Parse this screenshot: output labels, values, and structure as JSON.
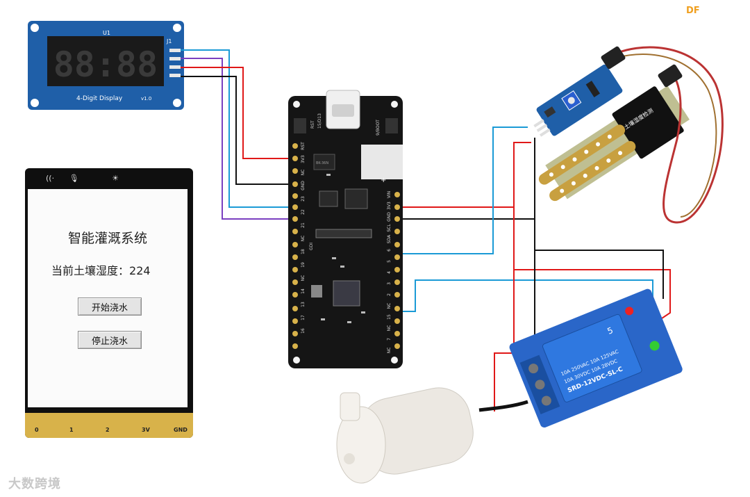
{
  "brand_mark": "DF",
  "watermark": "大数跨境",
  "display_module": {
    "ref_u1": "U1",
    "ref_j1": "J1",
    "digits": "88:88",
    "label": "4-Digit Display",
    "version": "v1.0"
  },
  "screen": {
    "title": "智能灌溉系统",
    "humidity_label": "当前土壤湿度：",
    "humidity_value": "224",
    "start_button": "开始浇水",
    "stop_button": "停止浇水",
    "edge_labels": [
      "0",
      "1",
      "2",
      "3V",
      "GND"
    ]
  },
  "board": {
    "usb_label": "15/D13",
    "rst_label": "RST",
    "boot_label": "9/BOOT",
    "chip_label": "BK-36N",
    "left_pins": [
      "RST",
      "3V3",
      "NC",
      "GND",
      "23",
      "22",
      "21",
      "NC",
      "18",
      "19",
      "NC",
      "14",
      "13",
      "17",
      "16"
    ],
    "right_pins": [
      "VIN",
      "3V3",
      "GND",
      "SCL",
      "SDA",
      "6",
      "5",
      "4",
      "3",
      "2",
      "NC",
      "15",
      "NC",
      "7",
      "NC"
    ],
    "gdi_label": "GDI",
    "plus_label": "+"
  },
  "soil_sensor": {
    "label": "土壤湿度检测"
  },
  "relay": {
    "brand": "SRD-12VDC-SL-C",
    "rating1": "10A 250VAC  10A 125VAC",
    "rating2": "10A 30VDC  10A 28VDC",
    "channel": "5"
  },
  "colors": {
    "wire_red": "#e01818",
    "wire_black": "#111111",
    "wire_blue": "#1a9ad6",
    "wire_purple": "#7a3fc0",
    "pcb_blue": "#1f5fa8",
    "board_black": "#151515",
    "relay_blue": "#2a66c8",
    "pcb_gold": "#d8b24a"
  }
}
